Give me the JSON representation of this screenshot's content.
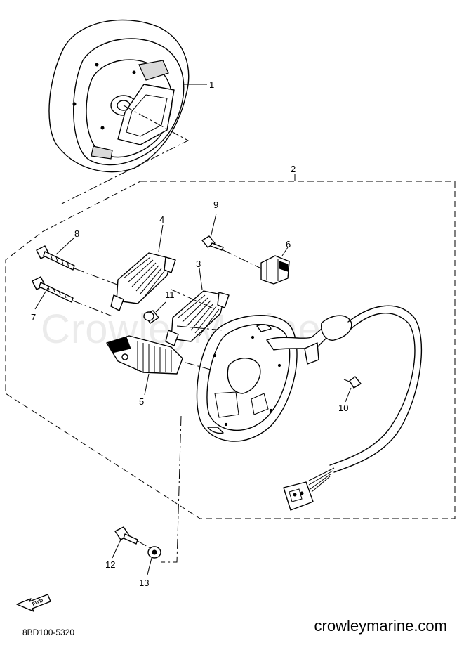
{
  "diagram": {
    "watermark": "CrowleyMarine",
    "fwd_label": "FWD",
    "callouts": [
      "1",
      "2",
      "3",
      "4",
      "5",
      "6",
      "7",
      "8",
      "9",
      "10",
      "11",
      "12",
      "13"
    ]
  },
  "footer": {
    "part_code": "8BD100-5320",
    "site": "crowleymarine.com"
  }
}
